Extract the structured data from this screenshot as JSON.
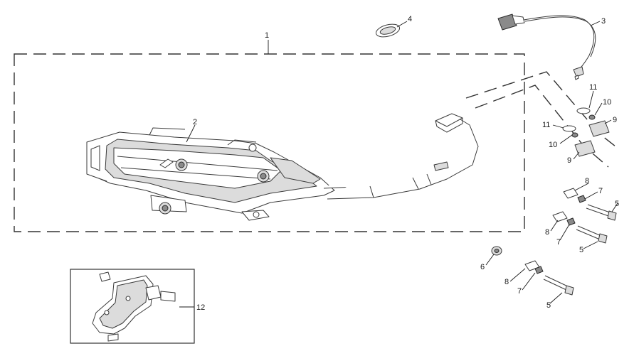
{
  "callouts": {
    "c1": "1",
    "c2": "2",
    "c3": "3",
    "c4": "4",
    "c5a": "5",
    "c5b": "5",
    "c5c": "5",
    "c6": "6",
    "c7a": "7",
    "c7b": "7",
    "c7c": "7",
    "c8a": "8",
    "c8b": "8",
    "c8c": "8",
    "c9a": "9",
    "c9b": "9",
    "c10a": "10",
    "c10b": "10",
    "c11a": "11",
    "c11b": "11",
    "c12": "12"
  },
  "colors": {
    "line": "#3a3a3a",
    "shade": "#dcdcdc",
    "dark": "#8a8a8a",
    "background": "#ffffff"
  }
}
